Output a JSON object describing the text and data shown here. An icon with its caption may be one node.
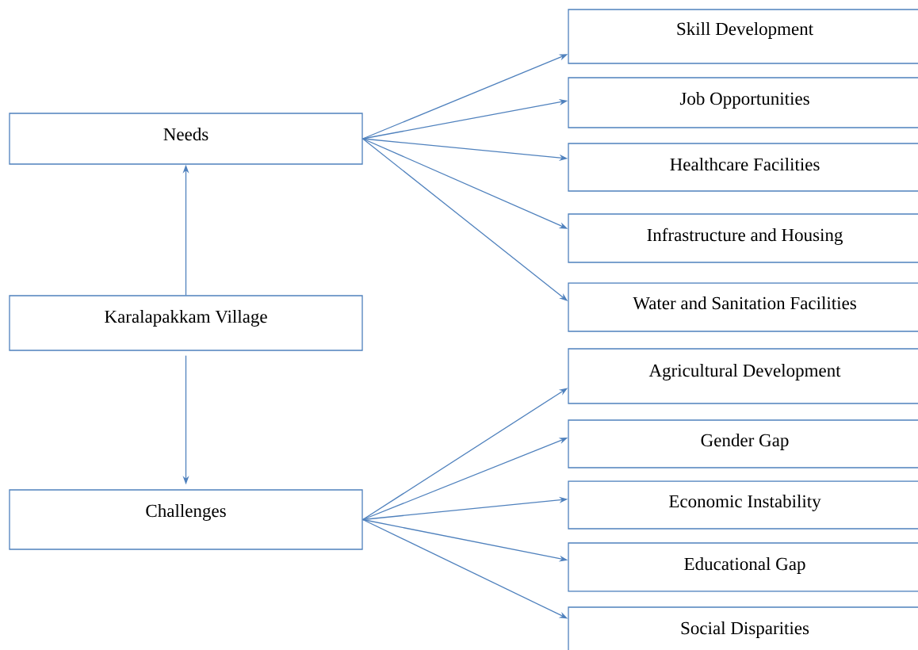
{
  "diagram": {
    "nodes": [
      {
        "text": [
          "Needs"
        ]
      },
      {
        "text": [
          "Karalapakkam Village"
        ]
      },
      {
        "text": [
          "Challenges"
        ]
      },
      {
        "text": [
          "Skill Development"
        ]
      },
      {
        "text": [
          "Job Opportunities"
        ]
      },
      {
        "text": [
          "Healthcare Facilities"
        ]
      },
      {
        "text": [
          "Infrastructure and Housing"
        ]
      },
      {
        "text": [
          "Water and Sanitation Facilities"
        ]
      },
      {
        "text": [
          "Agricultural Development"
        ]
      },
      {
        "text": [
          "Gender Gap"
        ]
      },
      {
        "text": [
          "Economic Instability"
        ]
      },
      {
        "text": [
          "Educational Gap"
        ]
      },
      {
        "text": [
          "Social Disparities"
        ]
      }
    ],
    "edges": [
      {
        "from": 1,
        "to": 0,
        "arrow": "to"
      },
      {
        "from": 1,
        "to": 2,
        "arrow": "to"
      },
      {
        "from": 0,
        "to": 3,
        "arrow": "to"
      },
      {
        "from": 0,
        "to": 4,
        "arrow": "to"
      },
      {
        "from": 0,
        "to": 5,
        "arrow": "to"
      },
      {
        "from": 0,
        "to": 6,
        "arrow": "to"
      },
      {
        "from": 0,
        "to": 7,
        "arrow": "to"
      },
      {
        "from": 2,
        "to": 8,
        "arrow": "to"
      },
      {
        "from": 2,
        "to": 9,
        "arrow": "to"
      },
      {
        "from": 2,
        "to": 10,
        "arrow": "to"
      },
      {
        "from": 2,
        "to": 11,
        "arrow": "to"
      },
      {
        "from": 2,
        "to": 12,
        "arrow": "to"
      }
    ]
  }
}
